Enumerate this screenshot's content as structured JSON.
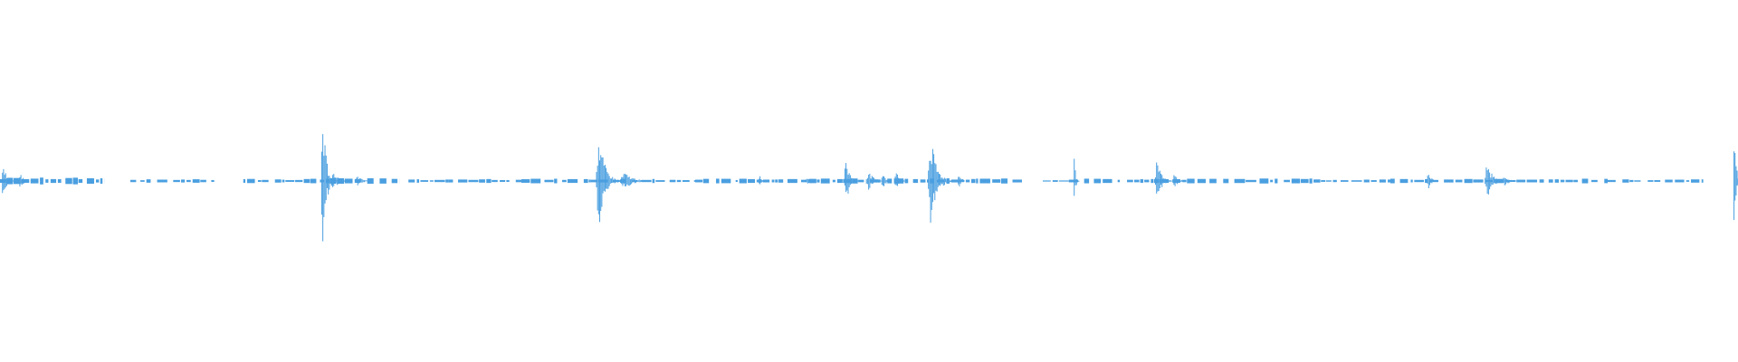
{
  "waveform": {
    "color": "#4a9fe0",
    "background": "#ffffff",
    "duration_units": 1000,
    "baseline_level": 0,
    "amplitude_range": [
      -1,
      1
    ],
    "segments": [
      {
        "start": 0,
        "end": 60,
        "level": 0.012
      },
      {
        "start": 75,
        "end": 125,
        "level": 0.006
      },
      {
        "start": 140,
        "end": 185,
        "level": 0.008
      },
      {
        "start": 185,
        "end": 230,
        "level": 0.01
      },
      {
        "start": 235,
        "end": 258,
        "level": 0.006
      },
      {
        "start": 258,
        "end": 300,
        "level": 0.008
      },
      {
        "start": 300,
        "end": 340,
        "level": 0.008
      },
      {
        "start": 340,
        "end": 400,
        "level": 0.007
      },
      {
        "start": 400,
        "end": 470,
        "level": 0.008
      },
      {
        "start": 470,
        "end": 535,
        "level": 0.01
      },
      {
        "start": 535,
        "end": 588,
        "level": 0.01
      },
      {
        "start": 600,
        "end": 615,
        "level": 0.003
      },
      {
        "start": 615,
        "end": 760,
        "level": 0.009
      },
      {
        "start": 760,
        "end": 800,
        "level": 0.006
      },
      {
        "start": 800,
        "end": 860,
        "level": 0.008
      },
      {
        "start": 860,
        "end": 925,
        "level": 0.008
      },
      {
        "start": 925,
        "end": 980,
        "level": 0.006
      }
    ],
    "bursts": [
      {
        "center": 2,
        "width": 8,
        "peak": 0.12
      },
      {
        "center": 12,
        "width": 8,
        "peak": 0.05
      },
      {
        "center": 186,
        "width": 10,
        "peak": 0.38
      },
      {
        "center": 192,
        "width": 16,
        "peak": 0.05
      },
      {
        "center": 206,
        "width": 14,
        "peak": 0.03
      },
      {
        "center": 345,
        "width": 16,
        "peak": 0.28
      },
      {
        "center": 360,
        "width": 24,
        "peak": 0.05
      },
      {
        "center": 437,
        "width": 6,
        "peak": 0.04
      },
      {
        "center": 465,
        "width": 10,
        "peak": 0.03
      },
      {
        "center": 487,
        "width": 10,
        "peak": 0.14
      },
      {
        "center": 500,
        "width": 14,
        "peak": 0.06
      },
      {
        "center": 508,
        "width": 8,
        "peak": 0.05
      },
      {
        "center": 516,
        "width": 10,
        "peak": 0.05
      },
      {
        "center": 536,
        "width": 16,
        "peak": 0.26
      },
      {
        "center": 552,
        "width": 8,
        "peak": 0.04
      },
      {
        "center": 618,
        "width": 4,
        "peak": 0.18
      },
      {
        "center": 666,
        "width": 12,
        "peak": 0.12
      },
      {
        "center": 676,
        "width": 12,
        "peak": 0.04
      },
      {
        "center": 822,
        "width": 8,
        "peak": 0.06
      },
      {
        "center": 856,
        "width": 14,
        "peak": 0.11
      },
      {
        "center": 866,
        "width": 10,
        "peak": 0.04
      },
      {
        "center": 998,
        "width": 6,
        "peak": 0.26
      }
    ]
  }
}
